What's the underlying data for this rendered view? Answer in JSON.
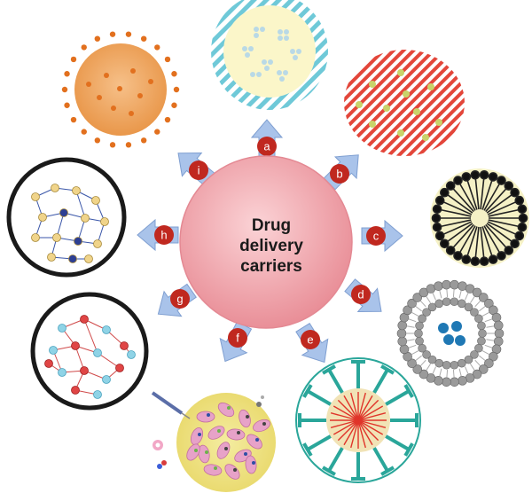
{
  "center": {
    "lines": [
      "Drug",
      "delivery",
      "carriers"
    ]
  },
  "arrows": [
    {
      "label": "a"
    },
    {
      "label": "b"
    },
    {
      "label": "c"
    },
    {
      "label": "d"
    },
    {
      "label": "e"
    },
    {
      "label": "f"
    },
    {
      "label": "g"
    },
    {
      "label": "h"
    },
    {
      "label": "i"
    }
  ],
  "colors": {
    "center_fill": "#f3a9b0",
    "arrow_fill": "#a9c3ea",
    "badge_fill": "#c0281f",
    "ring_dark": "#1a1a1a"
  }
}
